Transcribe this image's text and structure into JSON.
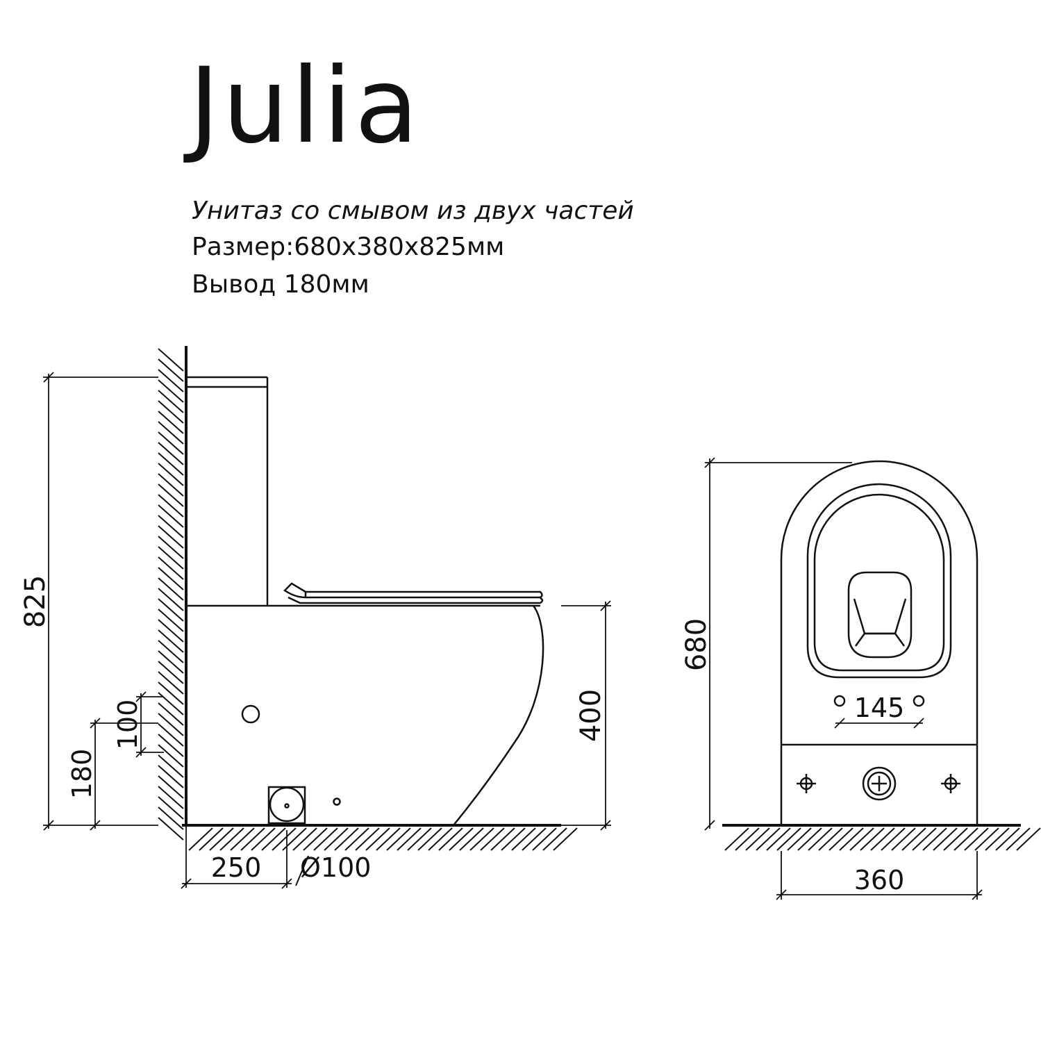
{
  "product": {
    "name": "Julia",
    "description": "Унитаз со смывом из двух частей",
    "size": "Размер:680x380x825мм",
    "outlet": "Вывод 180мм"
  },
  "dimensions": {
    "side": {
      "total_height": "825",
      "seat_height": "400",
      "outlet_height": "180",
      "inlet_spacing": "100",
      "outlet_from_wall": "250",
      "outlet_diameter": "Ø100"
    },
    "top": {
      "length": "680",
      "width": "360",
      "fixing_spacing": "145"
    }
  },
  "colors": {
    "line": "#111111",
    "background": "#ffffff"
  }
}
